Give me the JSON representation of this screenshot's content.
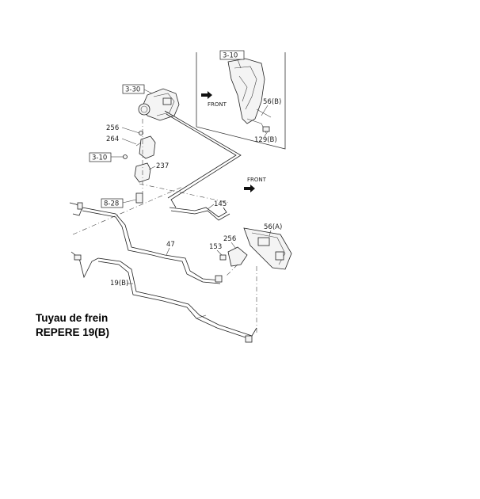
{
  "labels": {
    "inset_ref": "3-10",
    "ref_330": "3-30",
    "ref_256_top": "256",
    "ref_264": "264",
    "ref_310": "3-10",
    "ref_237": "237",
    "ref_828": "8-28",
    "ref_145": "145",
    "front_inset": "FRONT",
    "front_main": "FRONT",
    "ref_56b": "56(B)",
    "ref_129b": "129(B)",
    "ref_56a": "56(A)",
    "ref_256_mid": "256",
    "ref_153": "153",
    "ref_47": "47",
    "ref_19b": "19(B)"
  },
  "caption": {
    "line1": "Tuyau de frein",
    "line2": "REPERE 19(B)"
  }
}
